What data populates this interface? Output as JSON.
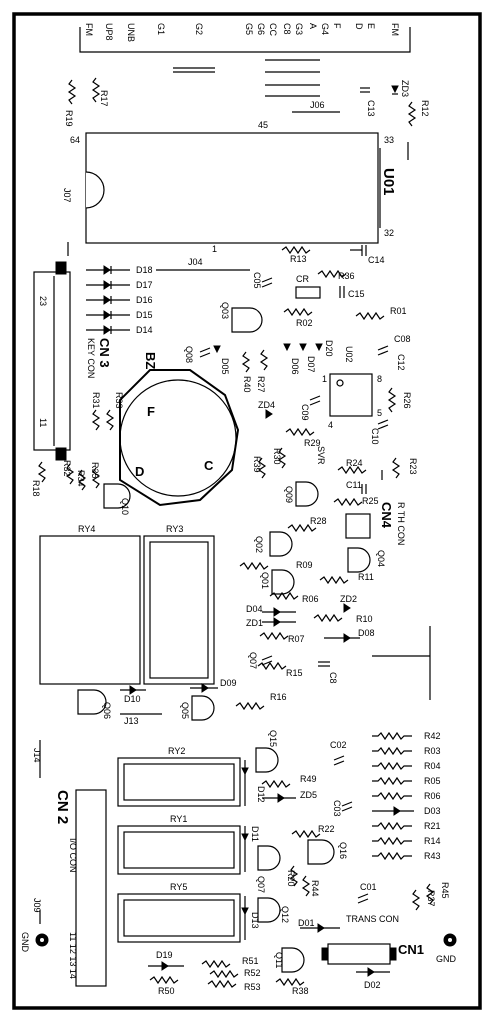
{
  "colors": {
    "ink": "#000000",
    "paper": "#ffffff"
  },
  "header": {
    "pins": [
      "FM",
      "UP8",
      "UNB",
      "G1",
      "G2",
      "G5",
      "G6",
      "CC",
      "C8",
      "G3",
      "A",
      "G4",
      "F",
      "D",
      "E",
      "FM"
    ]
  },
  "jumpers": {
    "j06": "J06",
    "j07": "J07",
    "j04": "J04",
    "j13": "J13",
    "j14": "J14",
    "j09": "J09"
  },
  "u01": {
    "label": "U01",
    "pin64": "64",
    "pin45": "45",
    "pin33": "33",
    "pin32": "32",
    "pin1": "1"
  },
  "u02": {
    "label": "U02",
    "pin1": "1",
    "pin4": "4",
    "pin5": "5",
    "pin8": "8"
  },
  "cn3": {
    "label": "CN 3",
    "sub": "KEY CON",
    "pins_top": "23",
    "pins_bot": "11"
  },
  "cn4": {
    "label": "CN4",
    "sub": "R TH CON"
  },
  "cn2": {
    "label": "CN 2",
    "sub": "I/O CON",
    "pins": "11 12 13 14"
  },
  "cn1": {
    "label": "CN1",
    "sub": "TRANS CON"
  },
  "bz": {
    "label": "BZ",
    "f": "F",
    "d": "D",
    "c": "C"
  },
  "relays": {
    "ry4": "RY4",
    "ry3": "RY3",
    "ry2": "RY2",
    "ry1": "RY1",
    "ry5": "RY5"
  },
  "gnd": {
    "left": "GND",
    "right": "GND"
  },
  "resistors_right": [
    "R42",
    "R03",
    "R04",
    "R05",
    "R06",
    "D03",
    "R21",
    "R14",
    "R43"
  ],
  "parts": {
    "r19": "R19",
    "r17": "R17",
    "zd3": "ZD3",
    "r12": "R12",
    "c13": "C13",
    "r13": "R13",
    "r36": "R36",
    "c14": "C14",
    "c15": "C15",
    "cr": "CR",
    "d18": "D18",
    "d17": "D17",
    "d16": "D16",
    "d15": "D15",
    "d14": "D14",
    "c05": "C05",
    "q03": "Q03",
    "r02": "R02",
    "r01": "R01",
    "c08": "C08",
    "q08": "Q08",
    "d05": "D05",
    "r27": "R27",
    "r40": "R40",
    "d06": "D06",
    "d07": "D07",
    "d20": "D20",
    "c12": "C12",
    "r31": "R31",
    "r33": "R33",
    "zd4": "ZD4",
    "c09": "C09",
    "r26": "R26",
    "c10": "C10",
    "r29": "R29",
    "svr": "SVR",
    "r30": "R30",
    "r39": "R39",
    "r24": "R24",
    "r23": "R23",
    "r18": "R18",
    "r32": "R32",
    "r34": "R34",
    "r35": "R35",
    "q10": "Q10",
    "c11": "C11",
    "q09": "Q09",
    "r25": "R25",
    "r28": "R28",
    "q02": "Q02",
    "q04": "Q04",
    "r09": "R09",
    "q01": "Q01",
    "r11": "R11",
    "r06": "R06",
    "zd2": "ZD2",
    "d04": "D04",
    "zd1": "ZD1",
    "r10": "R10",
    "r07": "R07",
    "d08": "D08",
    "q07": "Q07",
    "r15": "R15",
    "c8": "C8",
    "d09": "D09",
    "r16": "R16",
    "q06": "Q06",
    "d10": "D10",
    "q05": "Q05",
    "q15": "Q15",
    "c02": "C02",
    "r49": "R49",
    "zd5": "ZD5",
    "d12": "D12",
    "c03": "C03",
    "r22": "R22",
    "q16": "Q16",
    "d11": "D11",
    "q07b": "Q07",
    "r20": "R20",
    "r44": "R44",
    "q12": "Q12",
    "d13": "D13",
    "c01": "C01",
    "r45": "R45",
    "r37": "R37",
    "d01": "D01",
    "d19": "D19",
    "r51": "R51",
    "r52": "R52",
    "r50": "R50",
    "r53": "R53",
    "q11": "Q11",
    "r38": "R38",
    "d02": "D02"
  }
}
